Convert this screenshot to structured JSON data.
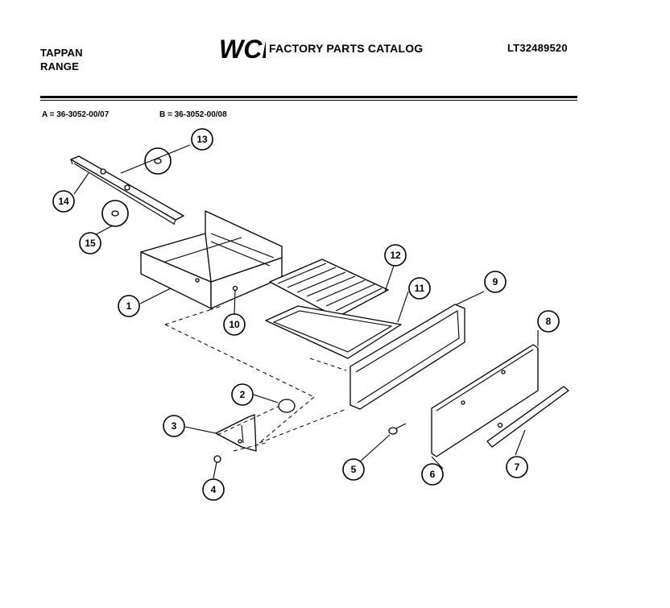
{
  "header": {
    "brand": "TAPPAN",
    "product": "RANGE",
    "logo_text": "WCI",
    "catalog_title": "FACTORY PARTS CATALOG",
    "model_number": "LT32489520"
  },
  "variants": {
    "a": "A = 36-3052-00/07",
    "b": "B = 36-3052-00/08"
  },
  "callouts": [
    "1",
    "2",
    "3",
    "4",
    "5",
    "6",
    "7",
    "8",
    "9",
    "10",
    "11",
    "12",
    "13",
    "14",
    "15"
  ]
}
